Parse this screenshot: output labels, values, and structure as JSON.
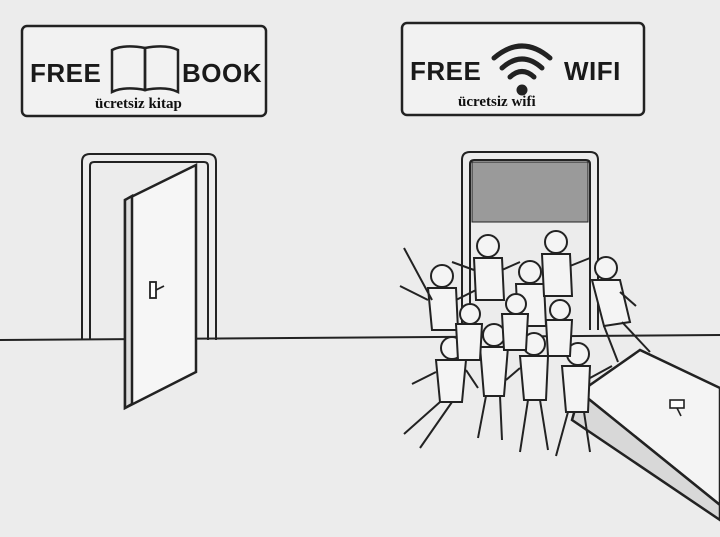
{
  "signs": {
    "book": {
      "word_left": "FREE",
      "word_right": "BOOK",
      "icon": "open-book-icon",
      "caption": "ücretsiz kitap"
    },
    "wifi": {
      "word_left": "FREE",
      "word_right": "WIFI",
      "icon": "wifi-icon",
      "caption": "ücretsiz wifi"
    }
  },
  "colors": {
    "background": "#ececec",
    "ink": "#1a1a1a"
  }
}
